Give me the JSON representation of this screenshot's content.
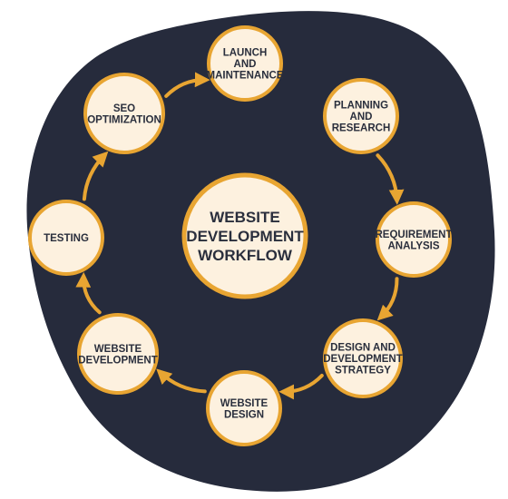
{
  "diagram": {
    "center_label_lines": [
      "WEBSITE",
      "DEVELOPMENT",
      "WORKFLOW"
    ],
    "nodes": [
      {
        "id": "planning",
        "lines": [
          "PLANNING",
          "AND",
          "RESEARCH"
        ]
      },
      {
        "id": "requirement",
        "lines": [
          "REQUIREMENT",
          "ANALYSIS"
        ]
      },
      {
        "id": "strategy",
        "lines": [
          "DESIGN AND",
          "DEVELOPMENT",
          "STRATEGY"
        ]
      },
      {
        "id": "design",
        "lines": [
          "WEBSITE",
          "DESIGN"
        ]
      },
      {
        "id": "development",
        "lines": [
          "WEBSITE",
          "DEVELOPMENT"
        ]
      },
      {
        "id": "testing",
        "lines": [
          "TESTING"
        ]
      },
      {
        "id": "seo",
        "lines": [
          "SEO",
          "OPTIMIZATION"
        ]
      },
      {
        "id": "launch",
        "lines": [
          "LAUNCH",
          "AND",
          "MAINTENANCE"
        ]
      }
    ],
    "flow_order": [
      "planning",
      "requirement",
      "strategy",
      "design",
      "development",
      "testing",
      "seo",
      "launch"
    ],
    "colors": {
      "blob": "#262b3c",
      "node_fill": "#fdf1df",
      "ring": "#e8a532",
      "text": "#2a2f3d",
      "arrow": "#e8a532"
    }
  }
}
